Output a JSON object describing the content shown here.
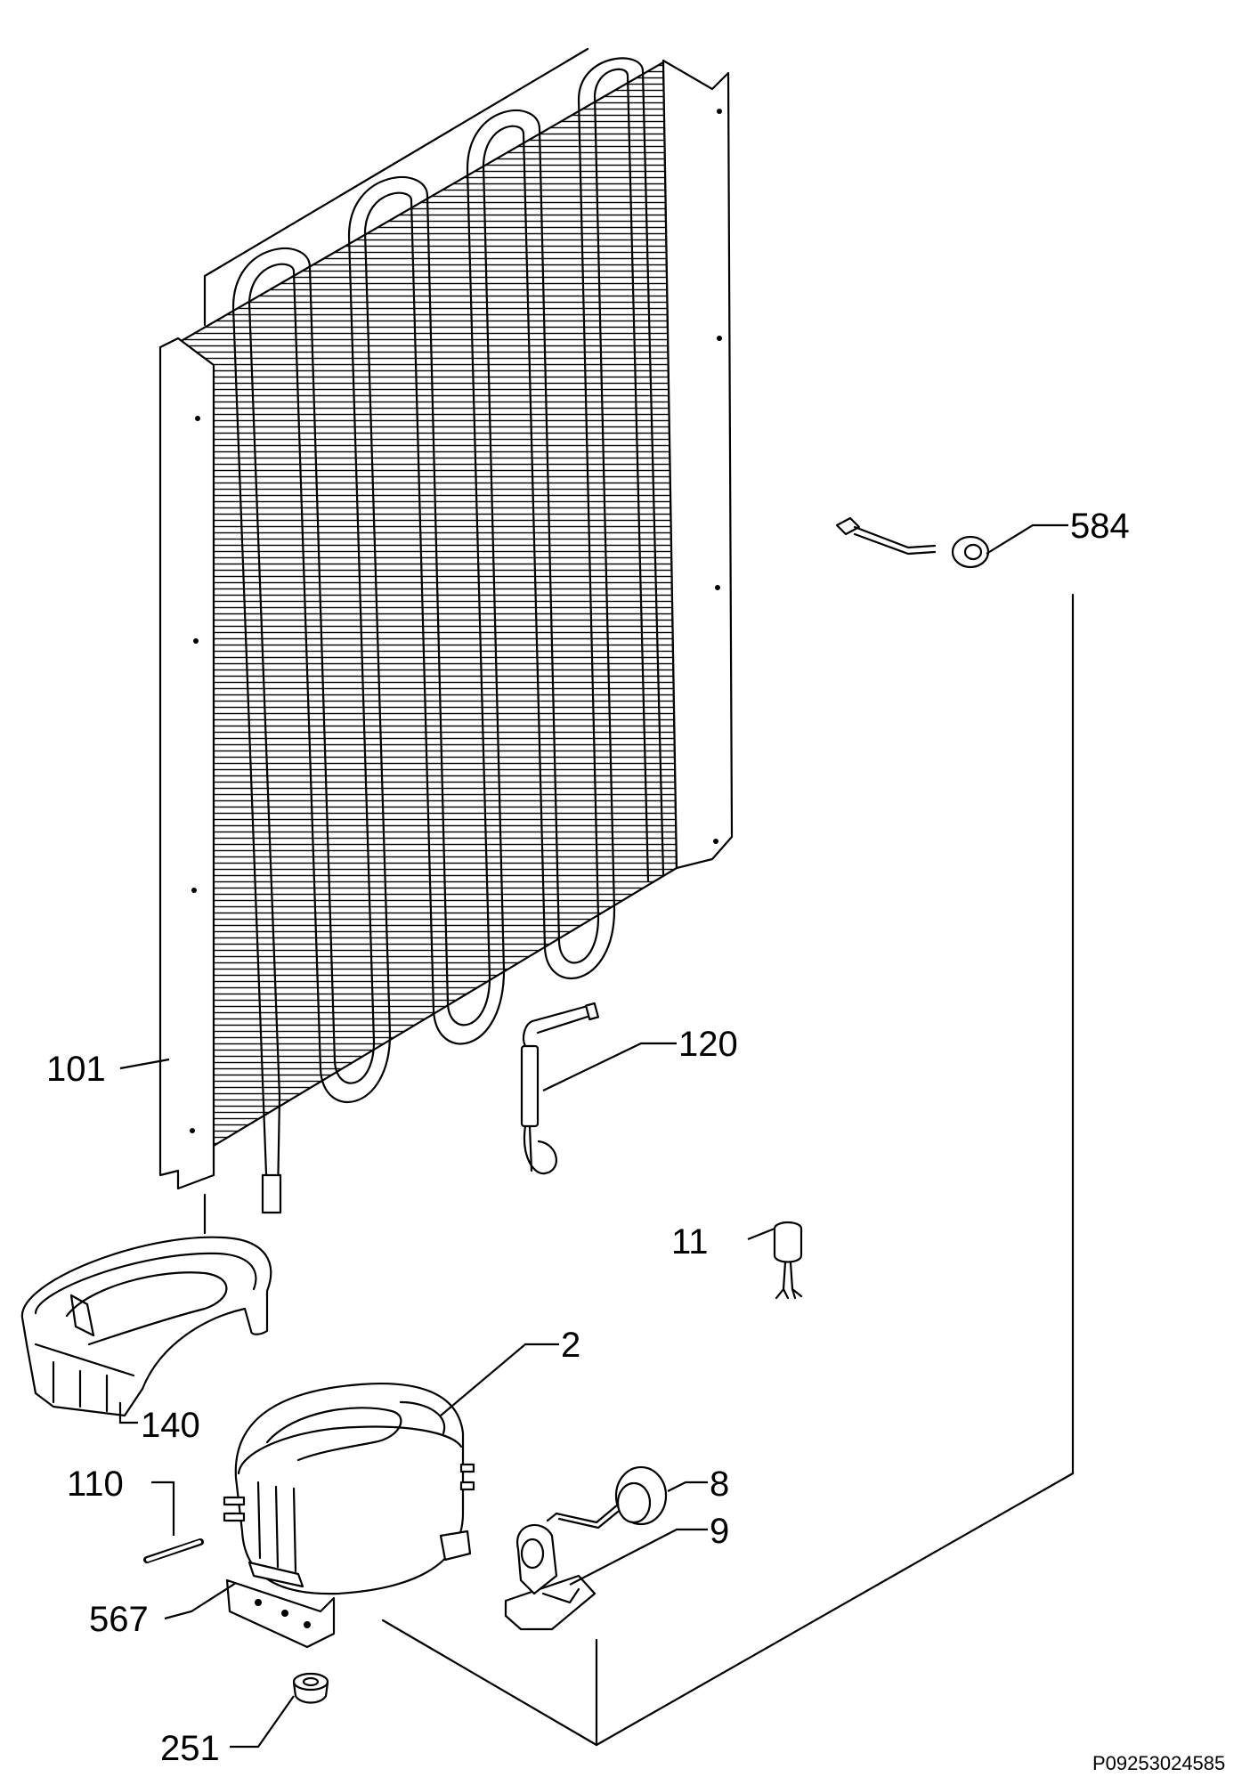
{
  "labels": {
    "p584": "584",
    "p120": "120",
    "p101": "101",
    "p11": "11",
    "p2": "2",
    "p140": "140",
    "p110": "110",
    "p8": "8",
    "p9": "9",
    "p567": "567",
    "p251": "251"
  },
  "document_code": "P09253024585"
}
